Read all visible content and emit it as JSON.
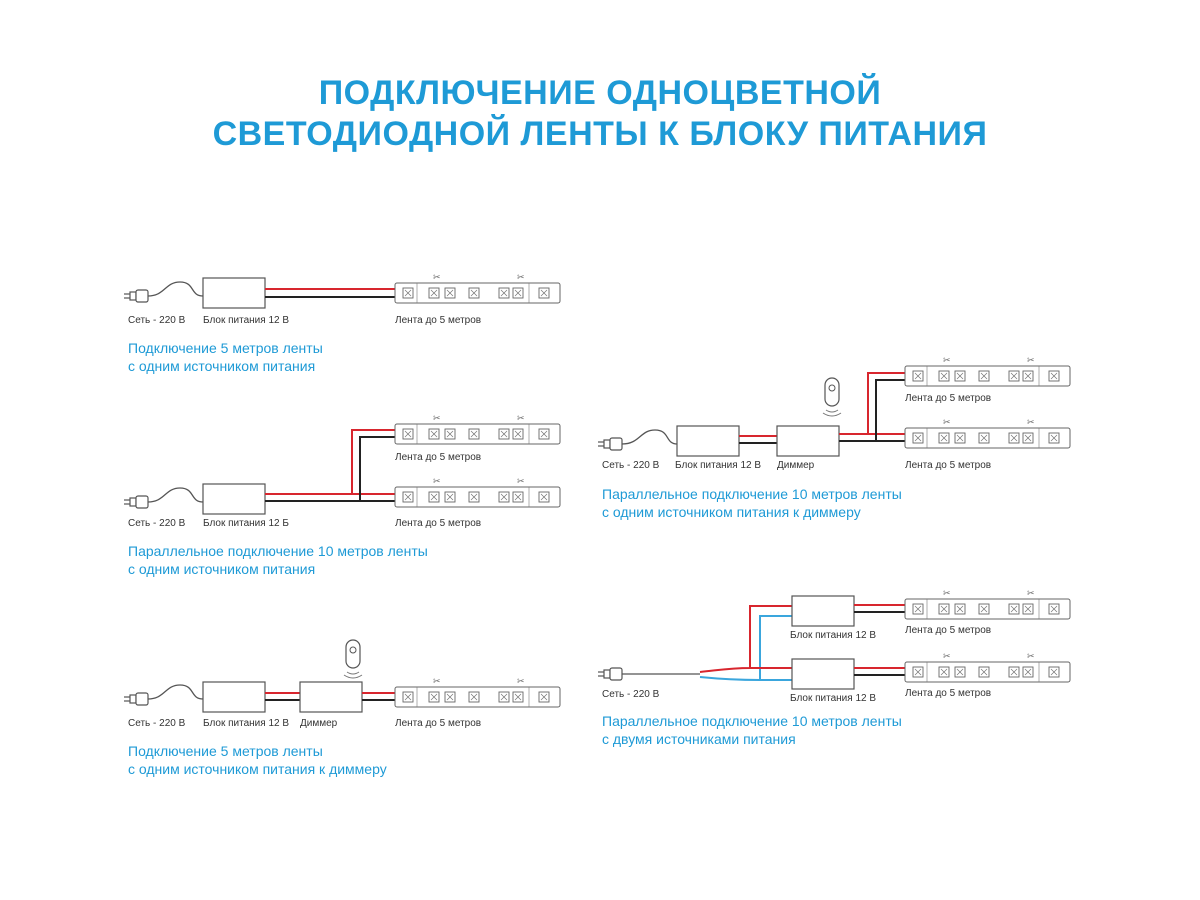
{
  "title": {
    "line1": "ПОДКЛЮЧЕНИЕ ОДНОЦВЕТНОЙ",
    "line2": "СВЕТОДИОДНОЙ ЛЕНТЫ К БЛОКУ ПИТАНИЯ"
  },
  "colors": {
    "accent": "#1e9ad6",
    "wire_positive": "#d8262e",
    "wire_negative": "#222222",
    "wire_neutral": "#3aa6dd"
  },
  "diagrams": [
    {
      "mains": "Сеть - 220 В",
      "psu": "Блок питания 12 В",
      "strip": "Лента до 5 метров",
      "caption_line1": "Подключение 5 метров ленты",
      "caption_line2": "с одним источником питания"
    },
    {
      "mains": "Сеть - 220 В",
      "psu": "Блок питания 12 Б",
      "strip_top": "Лента до 5 метров",
      "strip_bottom": "Лента до 5 метров",
      "caption_line1": "Параллельное подключение 10 метров ленты",
      "caption_line2": "с одним источником питания"
    },
    {
      "mains": "Сеть - 220 В",
      "psu": "Блок питания 12 В",
      "dimmer": "Диммер",
      "strip": "Лента до 5 метров",
      "caption_line1": "Подключение 5 метров ленты",
      "caption_line2": "с одним источником питания к диммеру"
    },
    {
      "mains": "Сеть - 220 В",
      "psu": "Блок питания 12 В",
      "dimmer": "Диммер",
      "strip_top": "Лента до 5 метров",
      "strip_bottom": "Лента до 5 метров",
      "caption_line1": "Параллельное подключение 10 метров ленты",
      "caption_line2": "с одним источником питания к диммеру"
    },
    {
      "mains": "Сеть - 220 В",
      "psu_top": "Блок питания 12 В",
      "psu_bottom": "Блок питания 12 В",
      "strip_top": "Лента до 5 метров",
      "strip_bottom": "Лента до 5 метров",
      "caption_line1": "Параллельное подключение 10 метров ленты",
      "caption_line2": "с двумя источниками питания"
    }
  ]
}
